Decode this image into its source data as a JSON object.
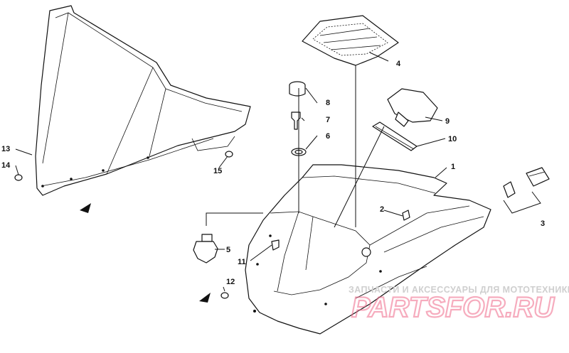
{
  "callouts": {
    "c1": "1",
    "c2": "2",
    "c3": "3",
    "c4": "4",
    "c5": "5",
    "c6": "6",
    "c7": "7",
    "c8": "8",
    "c9": "9",
    "c10": "10",
    "c11": "11",
    "c12": "12",
    "c13": "13",
    "c14": "14",
    "c15": "15"
  },
  "watermark": {
    "subtitle": "ЗАПЧАСТИ И АКСЕССУАРЫ ДЛЯ МОТОТЕХНИКИ",
    "brand": "PARTSFOR.RU"
  },
  "colors": {
    "line": "#111111",
    "watermark_brand": "#f06a8a",
    "watermark_subtitle": "#cfcfcf"
  }
}
